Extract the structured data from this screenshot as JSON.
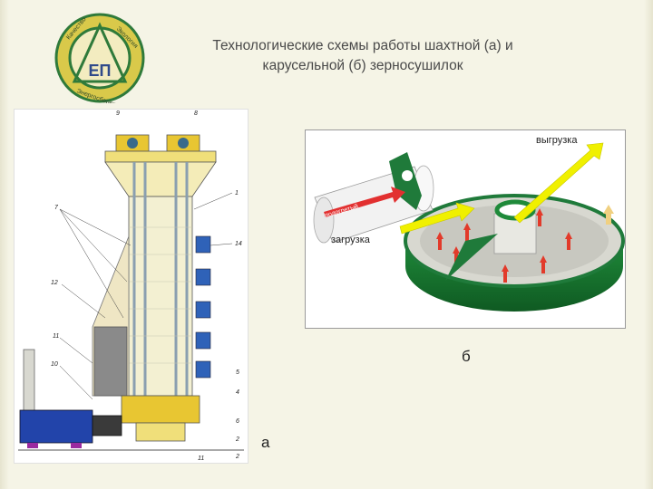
{
  "logo": {
    "monogram": "ЕП",
    "ring_text": "Качество · Экология · Энергосбережение"
  },
  "title": {
    "line1": "Технологические схемы работы шахтной (а) и",
    "line2": "карусельной (б) зерносушилок"
  },
  "figure_a": {
    "label": "а",
    "callouts": [
      "9",
      "8",
      "1",
      "7",
      "14",
      "12",
      "11",
      "10",
      "5",
      "4",
      "6",
      "2",
      "11",
      "2"
    ]
  },
  "figure_b": {
    "label": "б",
    "arrow_unload": "выгрузка",
    "arrow_load": "загрузка",
    "pipe_label": "подогретый"
  }
}
